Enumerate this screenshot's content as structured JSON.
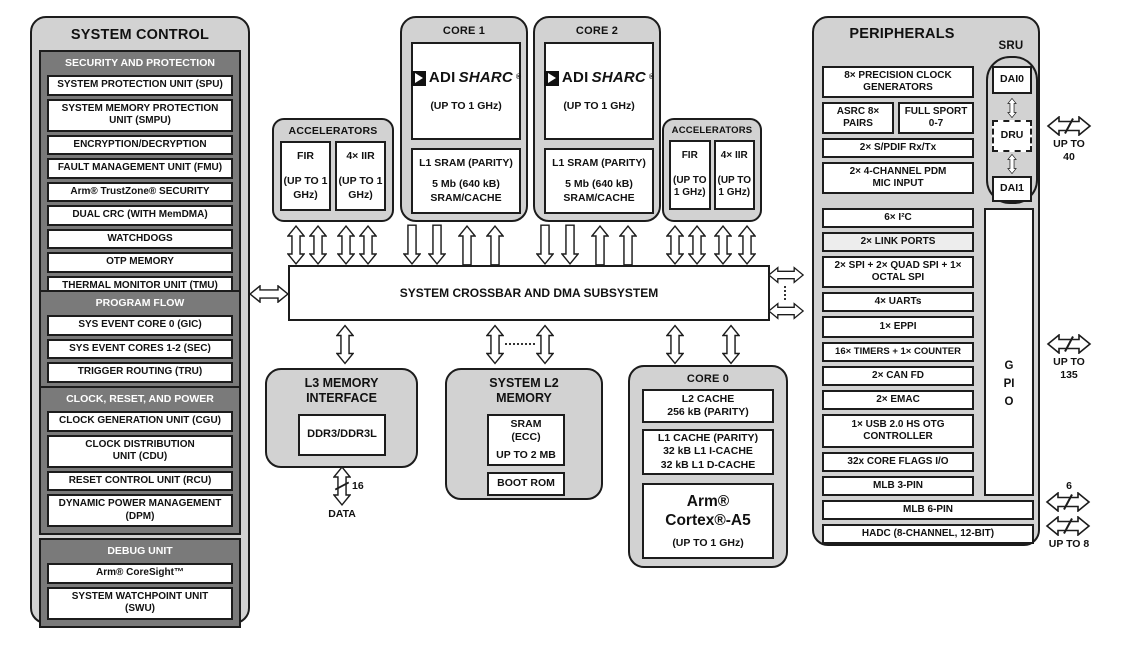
{
  "colors": {
    "block_fill": "#d2d2d2",
    "section_fill": "#7a7a7a",
    "box_fill": "#ffffff",
    "border": "#1c1c1c",
    "link_ports_fill": "#ededed"
  },
  "system_control": {
    "title": "SYSTEM CONTROL",
    "sections": [
      {
        "title": "SECURITY AND PROTECTION",
        "items": [
          "SYSTEM PROTECTION UNIT (SPU)",
          "SYSTEM MEMORY PROTECTION UNIT (SMPU)",
          "ENCRYPTION/DECRYPTION",
          "FAULT MANAGEMENT UNIT (FMU)",
          "Arm® TrustZone® SECURITY",
          "DUAL CRC (WITH MemDMA)",
          "WATCHDOGS",
          "OTP MEMORY",
          "THERMAL MONITOR UNIT (TMU)"
        ]
      },
      {
        "title": "PROGRAM FLOW",
        "items": [
          "SYS EVENT CORE 0 (GIC)",
          "SYS EVENT CORES 1-2 (SEC)",
          "TRIGGER ROUTING (TRU)"
        ]
      },
      {
        "title": "CLOCK, RESET, AND POWER",
        "items": [
          "CLOCK GENERATION UNIT (CGU)",
          "CLOCK DISTRIBUTION UNIT (CDU)",
          "RESET CONTROL UNIT (RCU)",
          "DYNAMIC POWER MANAGEMENT (DPM)"
        ]
      },
      {
        "title": "DEBUG UNIT",
        "items": [
          "Arm® CoreSight™",
          "SYSTEM WATCHPOINT UNIT (SWU)"
        ]
      }
    ]
  },
  "accelerators_left": {
    "title": "ACCELERATORS",
    "units": [
      {
        "name": "FIR",
        "speed": "(UP TO 1 GHz)"
      },
      {
        "name": "4× IIR",
        "speed": "(UP TO 1 GHz)"
      }
    ]
  },
  "accelerators_right": {
    "title": "ACCELERATORS",
    "units": [
      {
        "name": "FIR",
        "speed": "(UP TO 1 GHz)"
      },
      {
        "name": "4× IIR",
        "speed": "(UP TO 1 GHz)"
      }
    ]
  },
  "core1": {
    "title": "CORE 1",
    "logo_adi": "ADI",
    "logo_sharc": "SHARC",
    "logo_reg": "®",
    "speed": "(UP TO 1 GHz)",
    "sram_title": "L1 SRAM (PARITY)",
    "sram_detail": "5 Mb (640 kB) SRAM/CACHE"
  },
  "core2": {
    "title": "CORE 2",
    "logo_adi": "ADI",
    "logo_sharc": "SHARC",
    "logo_reg": "®",
    "speed": "(UP TO 1 GHz)",
    "sram_title": "L1 SRAM (PARITY)",
    "sram_detail": "5 Mb (640 kB) SRAM/CACHE"
  },
  "crossbar": {
    "label": "SYSTEM CROSSBAR AND DMA SUBSYSTEM"
  },
  "l3_memory": {
    "title": "L3 MEMORY INTERFACE",
    "box": "DDR3/DDR3L",
    "bus_width": "16",
    "bus_label": "DATA"
  },
  "l2_memory": {
    "title": "SYSTEM L2 MEMORY",
    "sram_line1": "SRAM",
    "sram_line2": "(ECC)",
    "sram_line3": "UP TO 2 MB",
    "boot_rom": "BOOT ROM"
  },
  "core0": {
    "title": "CORE 0",
    "l2_cache_line1": "L2 CACHE",
    "l2_cache_line2": "256 kB (PARITY)",
    "l1_cache_line1": "L1 CACHE (PARITY)",
    "l1_cache_line2": "32 kB L1 I-CACHE",
    "l1_cache_line3": "32 kB L1 D-CACHE",
    "cpu_line1": "Arm®",
    "cpu_line2": "Cortex®-A5",
    "speed": "(UP TO 1 GHz)"
  },
  "peripherals": {
    "title": "PERIPHERALS",
    "rows": [
      "8× PRECISION CLOCK GENERATORS",
      "ASRC 8× PAIRS",
      "FULL SPORT 0-7",
      "2× S/PDIF Rx/Tx",
      "2× 4-CHANNEL PDM MIC INPUT",
      "6× I²C",
      "2× LINK PORTS",
      "2× SPI + 2× QUAD SPI + 1× OCTAL SPI",
      "4× UARTs",
      "1× EPPI",
      "16× TIMERS + 1× COUNTER",
      "2× CAN FD",
      "2× EMAC",
      "1× USB 2.0 HS OTG CONTROLLER",
      "32x CORE FLAGS I/O",
      "MLB 3-PIN",
      "MLB 6-PIN",
      "HADC (8-CHANNEL, 12-BIT)"
    ],
    "sru": {
      "label": "SRU",
      "nodes": [
        "DAI0",
        "DRU",
        "DAI1"
      ]
    },
    "gpio": "GPIO"
  },
  "annotations": {
    "up_to_40": "UP TO 40",
    "up_to_135": "UP TO 135",
    "six": "6",
    "up_to_8": "UP TO 8"
  }
}
